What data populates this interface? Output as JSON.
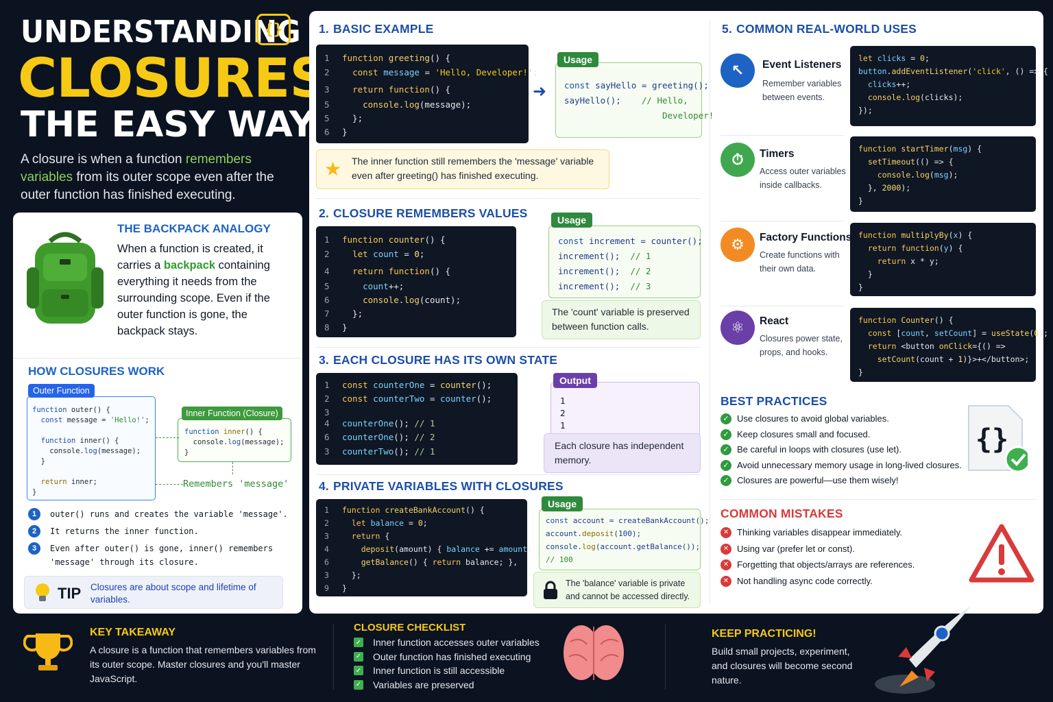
{
  "header": {
    "title_line1": "UNDERSTANDING",
    "title_line2": "CLOSURES",
    "title_line3": "THE EASY WAY",
    "badge": "{}",
    "intro_a": "A closure is when a function ",
    "intro_hl": "remembers variables",
    "intro_b": " from its outer scope even after the outer function has finished executing."
  },
  "analogy": {
    "title": "THE BACKPACK ANALOGY",
    "text_a": "When a function is created, it carries a ",
    "text_hl": "backpack",
    "text_b": " containing everything it needs from the surrounding scope. Even if the outer function is gone, the backpack stays."
  },
  "how": {
    "title": "HOW CLOSURES WORK",
    "outer_tag": "Outer Function",
    "inner_tag": "Inner Function (Closure)",
    "remembers": "Remembers 'message'",
    "steps": [
      {
        "num": "1",
        "text": "outer() runs and creates the variable 'message'."
      },
      {
        "num": "2",
        "text": "It returns the inner function."
      },
      {
        "num": "3",
        "text": "Even after outer() is gone, inner() remembers 'message' through its closure."
      }
    ],
    "tip_label": "TIP",
    "tip_text": "Closures are about scope and lifetime of variables."
  },
  "sec1": {
    "num": "1.",
    "title": "BASIC EXAMPLE",
    "usage_tag": "Usage",
    "note": "The inner function still remembers the 'message' variable even after greeting() has finished executing."
  },
  "sec2": {
    "num": "2.",
    "title": "CLOSURE REMEMBERS VALUES",
    "usage_tag": "Usage",
    "note": "The 'count' variable is preserved between function calls."
  },
  "sec3": {
    "num": "3.",
    "title": "EACH CLOSURE HAS ITS OWN STATE",
    "output_tag": "Output",
    "output": [
      "1",
      "2",
      "1"
    ],
    "note": "Each closure has independent memory."
  },
  "sec4": {
    "num": "4.",
    "title": "PRIVATE VARIABLES WITH CLOSURES",
    "usage_tag": "Usage",
    "note": "The 'balance' variable is private and cannot be accessed directly."
  },
  "sec5": {
    "num": "5.",
    "title": "COMMON REAL-WORLD USES",
    "uses": [
      {
        "title": "Event Listeners",
        "desc": "Remember variables between events.",
        "icon": "cursor-click-icon"
      },
      {
        "title": "Timers",
        "desc": "Access outer variables inside callbacks.",
        "icon": "stopwatch-icon"
      },
      {
        "title": "Factory Functions",
        "desc": "Create functions with their own data.",
        "icon": "robot-arm-icon"
      },
      {
        "title": "React",
        "desc": "Closures power state, props, and hooks.",
        "icon": "atom-icon"
      }
    ]
  },
  "best": {
    "title": "BEST PRACTICES",
    "items": [
      "Use closures to avoid global variables.",
      "Keep closures small and focused.",
      "Be careful in loops with closures (use let).",
      "Avoid unnecessary memory usage in long-lived closures.",
      "Closures are powerful—use them wisely!"
    ]
  },
  "mistakes": {
    "title": "COMMON MISTAKES",
    "items": [
      "Thinking variables disappear immediately.",
      "Using var (prefer let or const).",
      "Forgetting that objects/arrays are references.",
      "Not handling async code correctly."
    ]
  },
  "bottom": {
    "takeaway_title": "KEY TAKEAWAY",
    "takeaway_text": "A closure is a function that remembers variables from its outer scope. Master closures and you'll master JavaScript.",
    "checklist_title": "CLOSURE CHECKLIST",
    "checklist": [
      "Inner function accesses outer variables",
      "Outer function has finished executing",
      "Inner function is still accessible",
      "Variables are preserved"
    ],
    "practice_title": "KEEP PRACTICING!",
    "practice_text": "Build small projects, experiment, and closures will become second nature."
  },
  "colors": {
    "accent_yellow": "#f6c915",
    "accent_blue": "#1d4fa8",
    "code_bg": "#0f1624",
    "green": "#2f8a3d",
    "red": "#d93a3a"
  }
}
